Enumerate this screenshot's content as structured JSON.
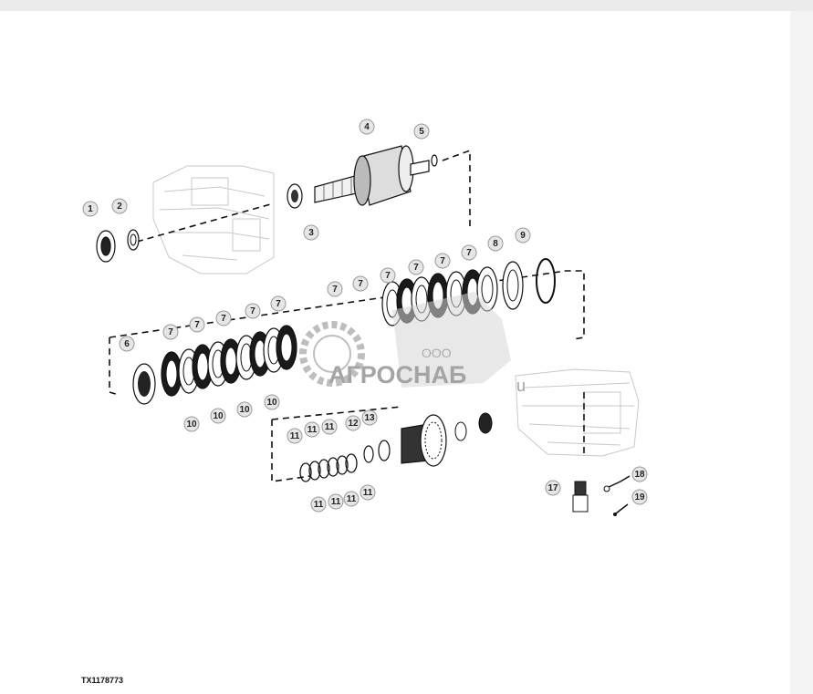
{
  "figure": {
    "id": "TX1178773"
  },
  "watermark": {
    "company": "ООО",
    "brand": "АГРОСНАБ",
    "suffix": "u"
  },
  "callouts": [
    "1",
    "2",
    "3",
    "4",
    "5",
    "6",
    "7",
    "7",
    "7",
    "7",
    "7",
    "7",
    "7",
    "7",
    "7",
    "7",
    "7",
    "7",
    "7",
    "8",
    "9",
    "10",
    "10",
    "10",
    "10",
    "10",
    "11",
    "11",
    "11",
    "11",
    "11",
    "11",
    "11",
    "11",
    "12",
    "13",
    "17",
    "18",
    "19"
  ]
}
